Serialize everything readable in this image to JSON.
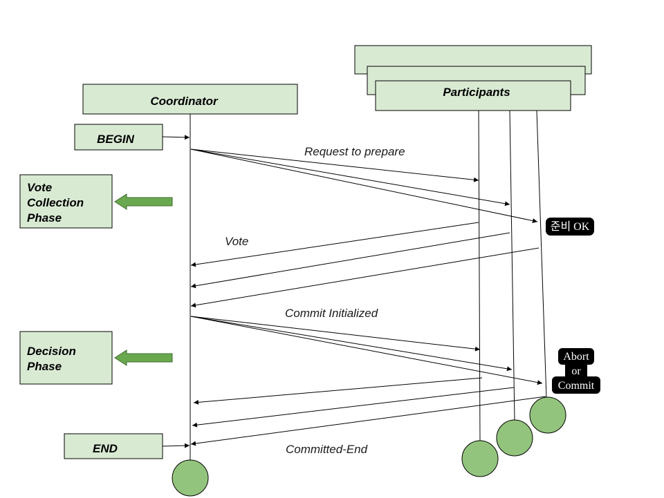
{
  "colors": {
    "box_fill": "#d9ead3",
    "box_stroke": "#000000",
    "circle_fill": "#93c47d",
    "arrow_fill": "#6aa84f",
    "note_fill": "#000000"
  },
  "coordinator": {
    "label": "Coordinator"
  },
  "participants": {
    "label": "Participants"
  },
  "begin": {
    "label": "BEGIN"
  },
  "end": {
    "label": "END"
  },
  "phases": {
    "vote": {
      "lines": [
        "Vote",
        "Collection",
        "Phase"
      ]
    },
    "decision": {
      "lines": [
        "Decision",
        "Phase"
      ]
    }
  },
  "messages": {
    "request": "Request to prepare",
    "vote": "Vote",
    "commit": "Commit Initialized",
    "committed_end": "Committed-End"
  },
  "notes": {
    "prepare_ok": "준비 OK",
    "abort_commit": [
      "Abort",
      "or",
      "Commit"
    ]
  }
}
